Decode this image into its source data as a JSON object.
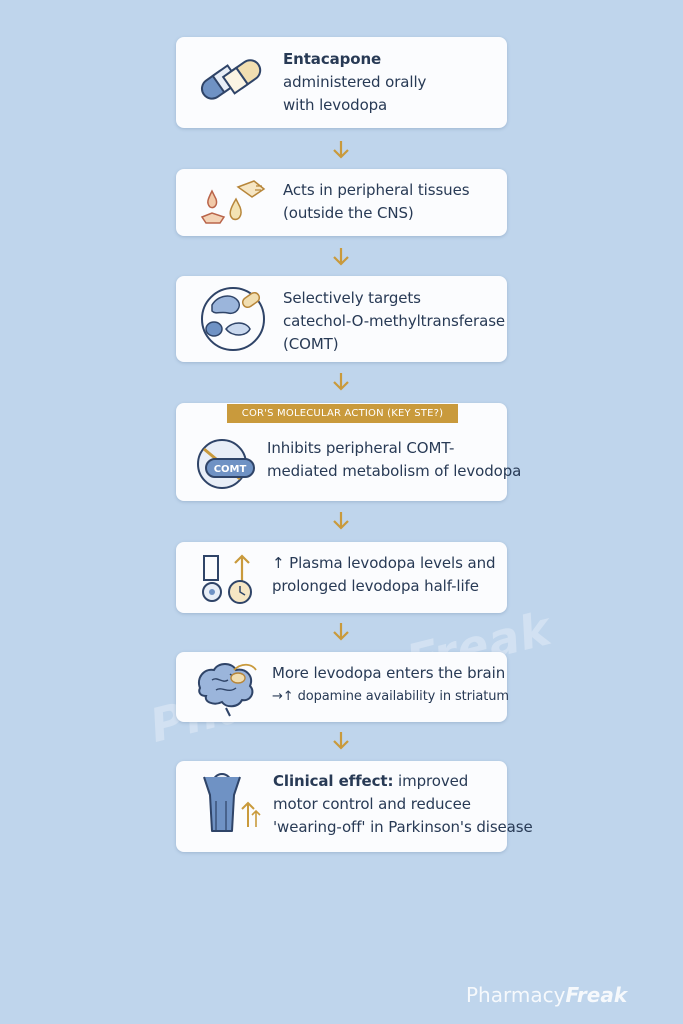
{
  "steps": [
    {
      "lines": [
        "Entacapone",
        "administered orally",
        "with levodopa"
      ],
      "icon": "capsule-icon"
    },
    {
      "lines": [
        "Acts in peripheral tissues",
        "(outside the CNS)"
      ],
      "icon": "peripheral-tissue-icon"
    },
    {
      "lines": [
        "Selectively targets",
        "catechol-O-methyltransferase",
        "(COMT)"
      ],
      "icon": "enzyme-target-icon"
    },
    {
      "banner": "COR'S MOLECULAR ACTION (KEY STE?)",
      "lines": [
        "Inhibits peripheral COMT-",
        "mediated metabolism of levodopa"
      ],
      "icon": "comt-inhibition-icon",
      "icon_label": "COMT"
    },
    {
      "lines": [
        "↑ Plasma levodopa levels and",
        "prolonged levodopa half-life"
      ],
      "icon": "plasma-level-clock-icon"
    },
    {
      "lines": [
        "More levodopa enters the brain",
        "→↑ dopamine availability in striatum"
      ],
      "icon": "brain-icon"
    },
    {
      "bold_prefix": "Clinical effect:",
      "lines": [
        " improved",
        "motor control and reducee",
        "'wearing-off' in Parkinson's disease"
      ],
      "icon": "patient-improvement-icon"
    }
  ],
  "watermark": "PharmacyFreak",
  "logo": {
    "part1": "Pharmacy",
    "part2": "Freak"
  },
  "colors": {
    "accent": "#c99a3c",
    "card": "#fbfcfe",
    "background": "#bfd5ec",
    "icon_blue": "#6f92c4",
    "text": "#283a55"
  }
}
